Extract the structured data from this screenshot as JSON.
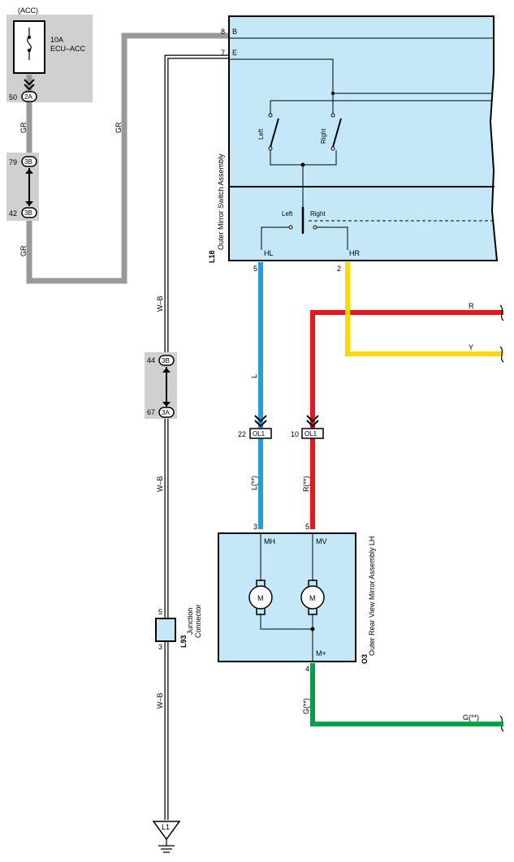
{
  "fuse": {
    "acc_label": "(ACC)",
    "rating": "10A",
    "name": "ECU–ACC"
  },
  "connectors": {
    "c2a_pin": "50",
    "c2a_name": "2A",
    "c3b_top_pin": "79",
    "c3b_top_name": "3B",
    "c3b_bot_pin": "42",
    "c3b_bot_name": "3B",
    "c3b_right_pin": "44",
    "c3b_right_name": "3B",
    "c3a_right_pin": "67",
    "c3a_right_name": "3A",
    "ol1_left_pin": "22",
    "ol1_left_name": "OL1",
    "ol1_right_pin": "10",
    "ol1_right_name": "OL1"
  },
  "wires": {
    "gr": "GR",
    "wb": "W–B",
    "l": "L",
    "l_opt": "L(**)",
    "r": "R",
    "r_opt": "R(**)",
    "y": "Y",
    "g_opt": "G(**)"
  },
  "switch": {
    "id": "L18",
    "name": "Outer Mirror Switch Assembly",
    "pin_b_num": "8",
    "pin_b": "B",
    "pin_e_num": "7",
    "pin_e": "E",
    "sel_left": "Left",
    "sel_right": "Right",
    "sw_left": "Left",
    "sw_right": "Right",
    "pin_hl": "HL",
    "pin_hl_num": "5",
    "pin_hr": "HR",
    "pin_hr_num": "2"
  },
  "mirror": {
    "id": "O3",
    "name": "Outer Rear View Mirror Assembly LH",
    "pin_mh": "MH",
    "pin_mh_num": "3",
    "pin_mv": "MV",
    "pin_mv_num": "5",
    "pin_mplus": "M+",
    "pin_mplus_num": "4",
    "motor1": "M",
    "motor2": "M"
  },
  "junction": {
    "id": "L93",
    "line1": "Junction",
    "line2": "Connector",
    "pin_top": "5",
    "pin_bot": "3"
  },
  "ground": {
    "id": "L1"
  },
  "colors": {
    "gray_wire": "#999999",
    "blue_wire": "#1ea0e0",
    "red_wire": "#e8141e",
    "yellow_wire": "#ffd800",
    "green_wire": "#00a04a",
    "component_fill": "#c5e8f8",
    "connector_bg": "#d0d0d0"
  }
}
